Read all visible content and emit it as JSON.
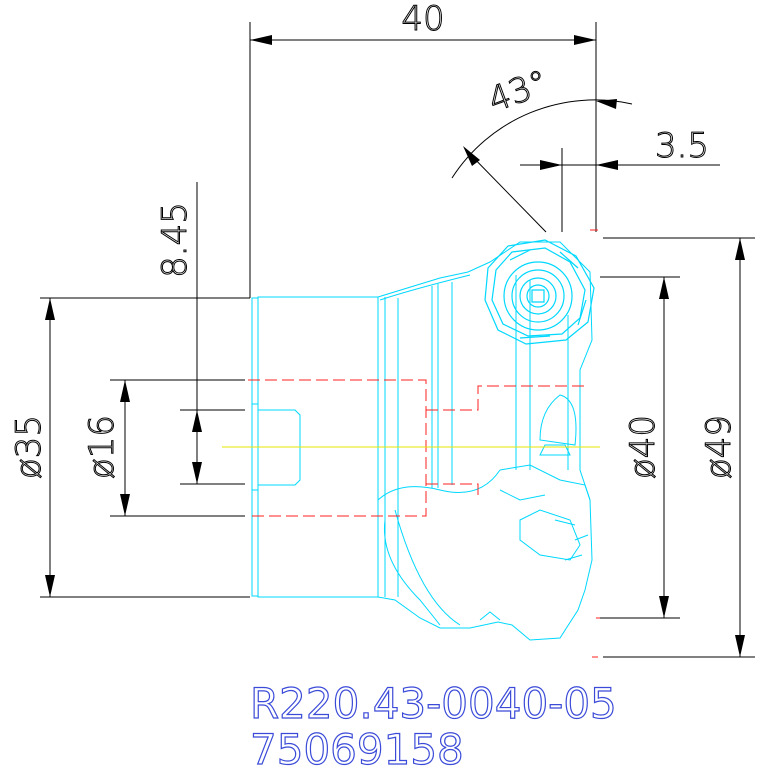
{
  "dimensions": {
    "length": "40",
    "angle": "43°",
    "offset": "3.5",
    "height": "8.45",
    "dia_shank": "ø35",
    "dia_bore": "ø16",
    "dia_cut": "ø40",
    "dia_max": "ø49"
  },
  "part": {
    "code": "R220.43-0040-05",
    "number": "75069158"
  },
  "colors": {
    "dimension": "#000000",
    "outline": "#00d8ff",
    "hidden": "#ff2020",
    "centerline": "#e6e600",
    "part_text": "#3b4bd8"
  }
}
